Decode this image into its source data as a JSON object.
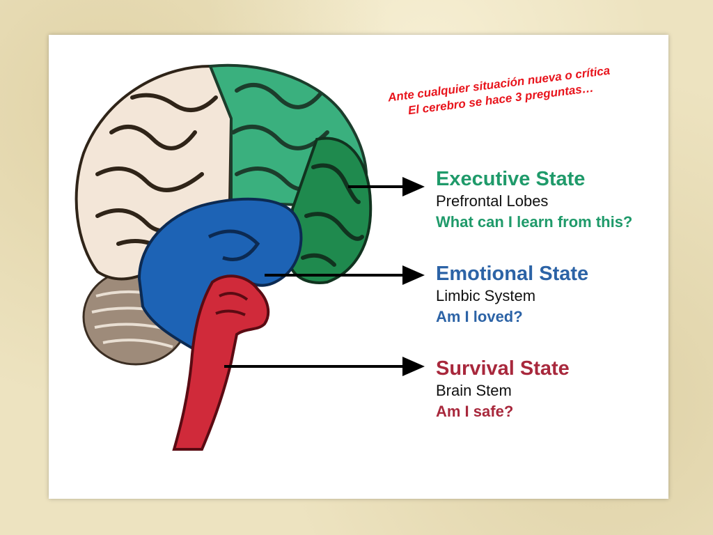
{
  "headline": {
    "line1": "Ante cualquier situación nueva o crítica",
    "line2": "El cerebro se hace 3 preguntas…"
  },
  "states": [
    {
      "title": "Executive State",
      "region": "Prefrontal Lobes",
      "question": "What can I learn from this?"
    },
    {
      "title": "Emotional State",
      "region": "Limbic System",
      "question": "Am I loved?"
    },
    {
      "title": "Survival State",
      "region": "Brain Stem",
      "question": "Am I safe?"
    }
  ],
  "colors": {
    "executive": "#1f9a6a",
    "emotional": "#2c63a6",
    "survival": "#a8283c",
    "headline": "#e8141c"
  }
}
